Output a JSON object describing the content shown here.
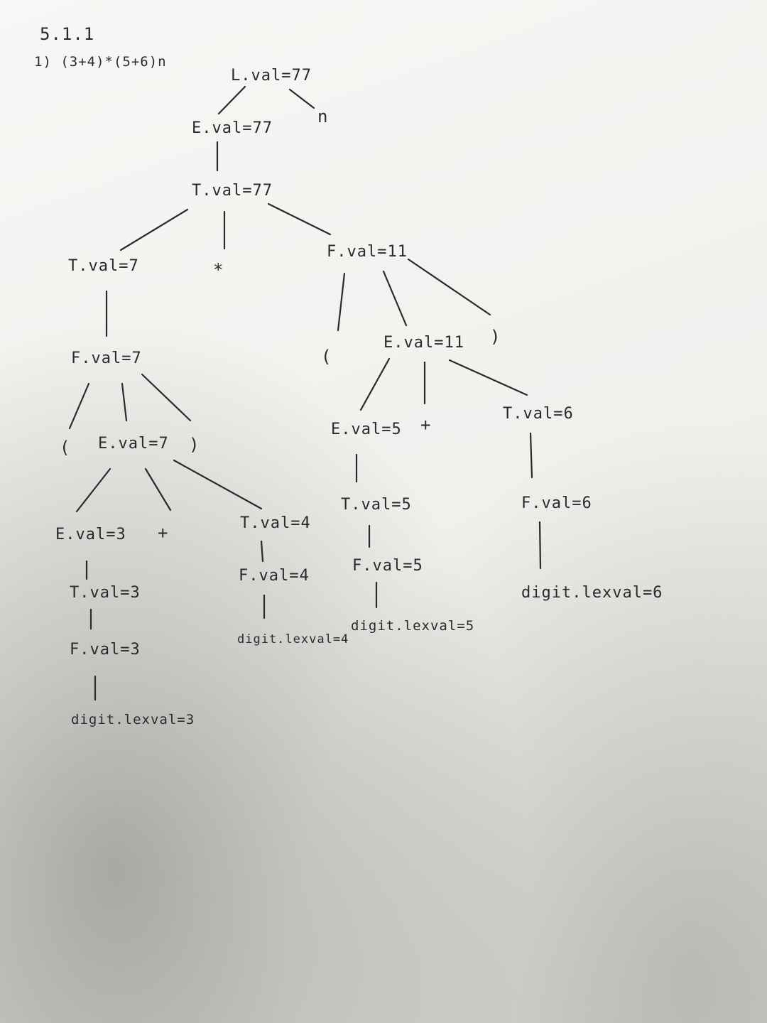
{
  "header": {
    "section": "5.1.1",
    "problem": "1) (3+4)*(5+6)n"
  },
  "nodes": [
    {
      "id": "L",
      "label": "L.val=77"
    },
    {
      "id": "n",
      "label": "n"
    },
    {
      "id": "E_root",
      "label": "E.val=77"
    },
    {
      "id": "T_root",
      "label": "T.val=77"
    },
    {
      "id": "T_left",
      "label": "T.val=7"
    },
    {
      "id": "star",
      "label": "*"
    },
    {
      "id": "F_right",
      "label": "F.val=11"
    },
    {
      "id": "F7",
      "label": "F.val=7"
    },
    {
      "id": "lp1",
      "label": "("
    },
    {
      "id": "E7",
      "label": "E.val=7"
    },
    {
      "id": "rp1",
      "label": ")"
    },
    {
      "id": "E3",
      "label": "E.val=3"
    },
    {
      "id": "plus1",
      "label": "+"
    },
    {
      "id": "T4",
      "label": "T.val=4"
    },
    {
      "id": "T3",
      "label": "T.val=3"
    },
    {
      "id": "F3",
      "label": "F.val=3"
    },
    {
      "id": "d3",
      "label": "digit.lexval=3"
    },
    {
      "id": "F4",
      "label": "F.val=4"
    },
    {
      "id": "d4",
      "label": "digit.lexval=4"
    },
    {
      "id": "lp2",
      "label": "("
    },
    {
      "id": "E11",
      "label": "E.val=11"
    },
    {
      "id": "rp2",
      "label": ")"
    },
    {
      "id": "E5",
      "label": "E.val=5"
    },
    {
      "id": "plus2",
      "label": "+"
    },
    {
      "id": "T6",
      "label": "T.val=6"
    },
    {
      "id": "T5",
      "label": "T.val=5"
    },
    {
      "id": "F5",
      "label": "F.val=5"
    },
    {
      "id": "d5",
      "label": "digit.lexval=5"
    },
    {
      "id": "F6",
      "label": "F.val=6"
    },
    {
      "id": "d6",
      "label": "digit.lexval=6"
    }
  ],
  "edges": [
    [
      "L",
      "E_root"
    ],
    [
      "L",
      "n"
    ],
    [
      "E_root",
      "T_root"
    ],
    [
      "T_root",
      "T_left"
    ],
    [
      "T_root",
      "star"
    ],
    [
      "T_root",
      "F_right"
    ],
    [
      "T_left",
      "F7"
    ],
    [
      "F7",
      "lp1"
    ],
    [
      "F7",
      "E7"
    ],
    [
      "F7",
      "rp1"
    ],
    [
      "E7",
      "E3"
    ],
    [
      "E7",
      "plus1"
    ],
    [
      "E7",
      "T4"
    ],
    [
      "E3",
      "T3"
    ],
    [
      "T3",
      "F3"
    ],
    [
      "F3",
      "d3"
    ],
    [
      "T4",
      "F4"
    ],
    [
      "F4",
      "d4"
    ],
    [
      "F_right",
      "lp2"
    ],
    [
      "F_right",
      "E11"
    ],
    [
      "F_right",
      "rp2"
    ],
    [
      "E11",
      "E5"
    ],
    [
      "E11",
      "plus2"
    ],
    [
      "E11",
      "T6"
    ],
    [
      "E5",
      "T5"
    ],
    [
      "T5",
      "F5"
    ],
    [
      "F5",
      "d5"
    ],
    [
      "T6",
      "F6"
    ],
    [
      "F6",
      "d6"
    ]
  ]
}
